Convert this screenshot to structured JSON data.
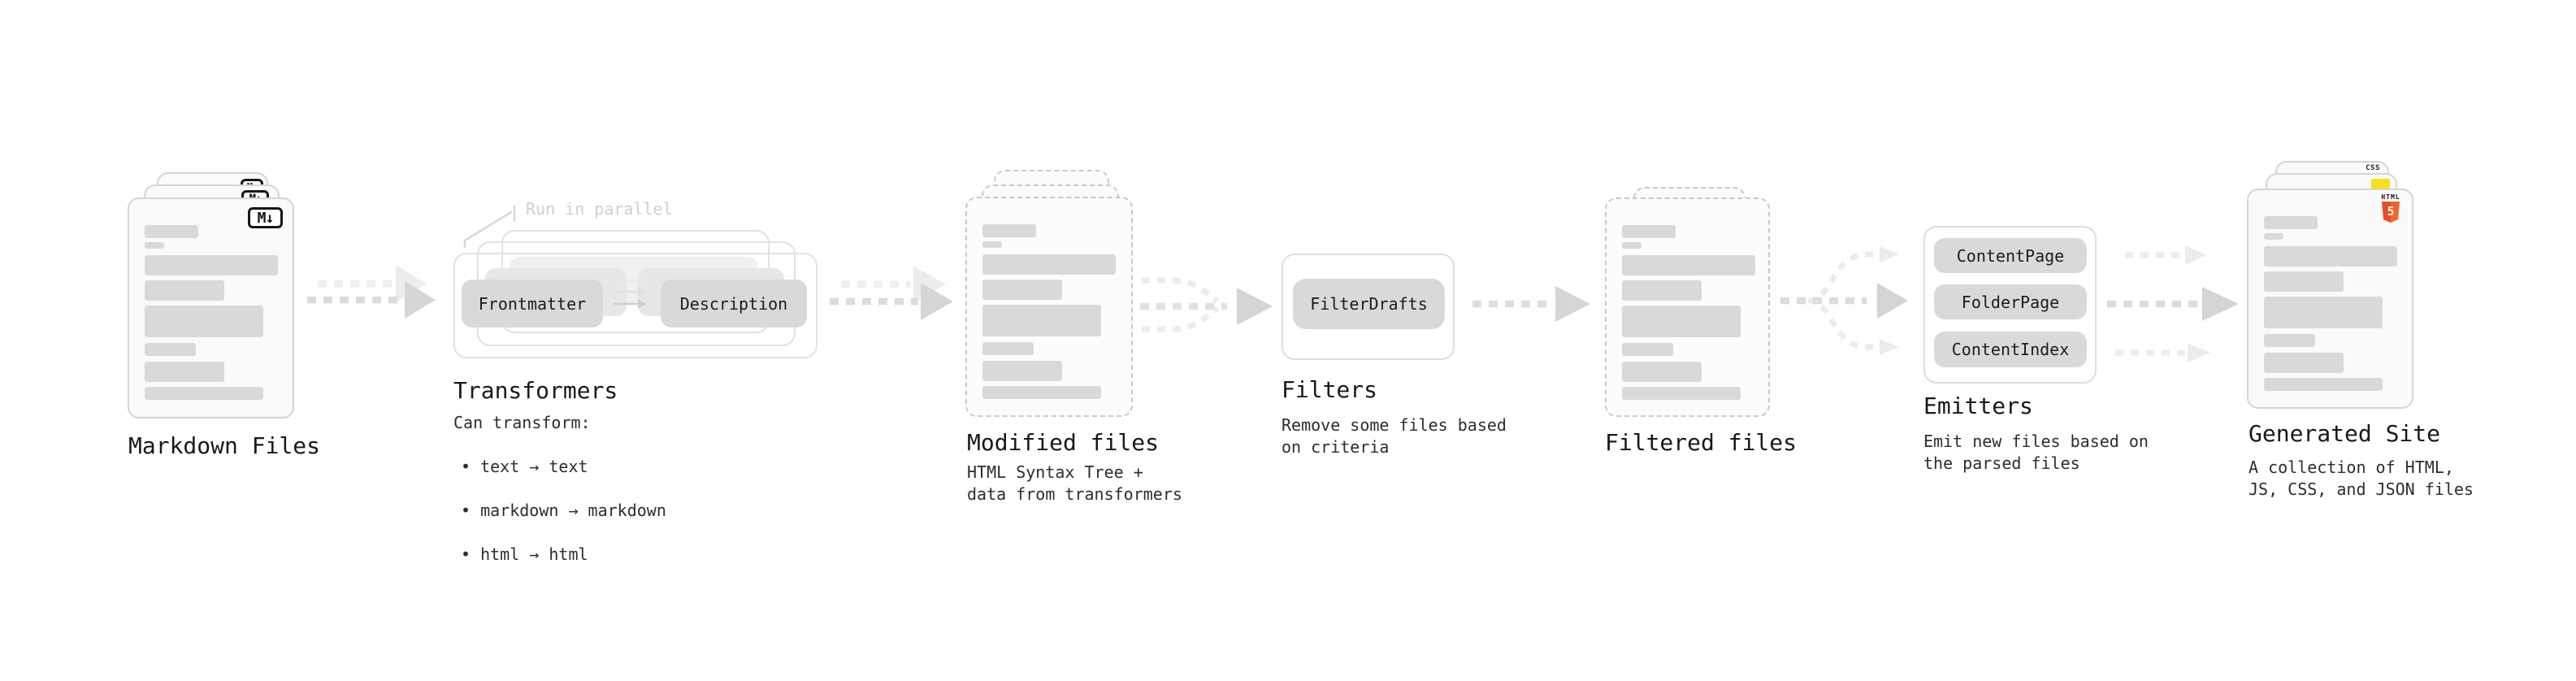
{
  "palette": {
    "card_border": "#d5d5d5",
    "card_bg": "#fafafa",
    "dashed_border": "#c9c9c9",
    "placeholder_bar": "#d9d9d9",
    "pill_bg": "#d9d9d9",
    "arrow": "#d9d9d9",
    "text": "#1f1f1f",
    "muted_text": "#d0d0d0",
    "html5_orange": "#e44d26",
    "js_yellow": "#f7df1e",
    "css_blue": "#2f6df2"
  },
  "stages": {
    "markdown_files": {
      "label": "Markdown Files",
      "badge": "M↓"
    },
    "transformers": {
      "label": "Transformers",
      "callout": "Run in parallel",
      "pill_a": "Frontmatter",
      "pill_b": "Description",
      "desc_title": "Can transform:",
      "bullets": [
        "• text → text",
        "• markdown → markdown",
        "• html → html"
      ]
    },
    "modified_files": {
      "label": "Modified files",
      "desc": "HTML Syntax Tree +\ndata from transformers"
    },
    "filters": {
      "label": "Filters",
      "pill": "FilterDrafts",
      "desc": "Remove some files based\non criteria"
    },
    "filtered_files": {
      "label": "Filtered files"
    },
    "emitters": {
      "label": "Emitters",
      "pills": [
        "ContentPage",
        "FolderPage",
        "ContentIndex"
      ],
      "desc": "Emit new files based on\nthe parsed files"
    },
    "generated_site": {
      "label": "Generated Site",
      "desc": "A collection of HTML,\nJS, CSS, and JSON files",
      "badge_css": "CSS",
      "badge_html_top": "HTML",
      "badge_html_number": "5"
    }
  }
}
